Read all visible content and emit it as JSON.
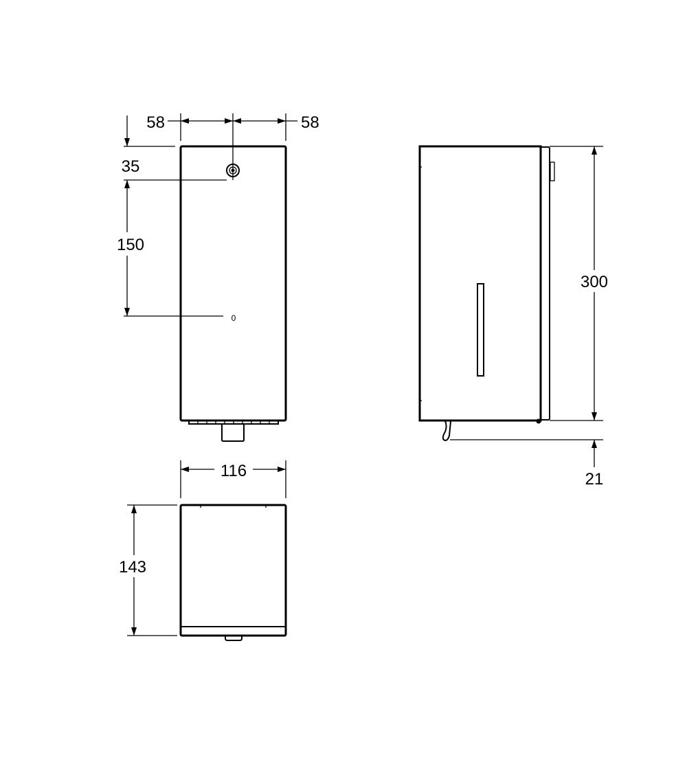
{
  "dimensions": {
    "top_left_width": "58",
    "top_right_width": "58",
    "lock_offset": "35",
    "lock_to_button": "150",
    "button_mark": "0",
    "width": "116",
    "depth": "143",
    "height": "300",
    "spout_drop": "21"
  },
  "colors": {
    "line": "#000000",
    "background": "#ffffff"
  }
}
